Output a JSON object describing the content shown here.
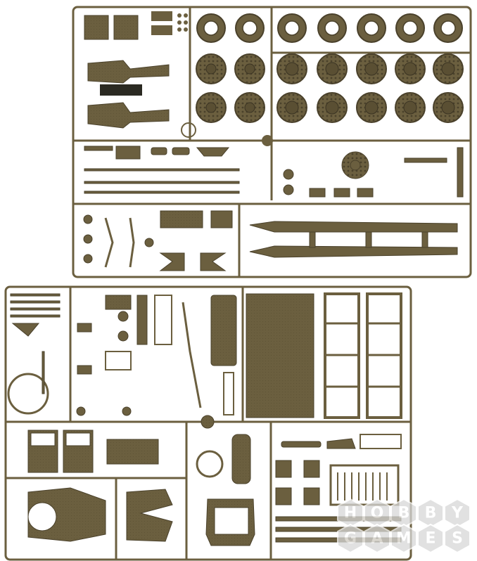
{
  "image": {
    "subject": "model-kit-sprues",
    "colors": {
      "plastic": "#6b5f3f",
      "plastic_dark": "#4a412b",
      "plastic_light": "#8a7c55",
      "background": "#ffffff"
    }
  },
  "watermark": {
    "line1": [
      "H",
      "O",
      "B",
      "B",
      "Y"
    ],
    "line2": [
      "G",
      "A",
      "M",
      "E",
      "S"
    ]
  }
}
